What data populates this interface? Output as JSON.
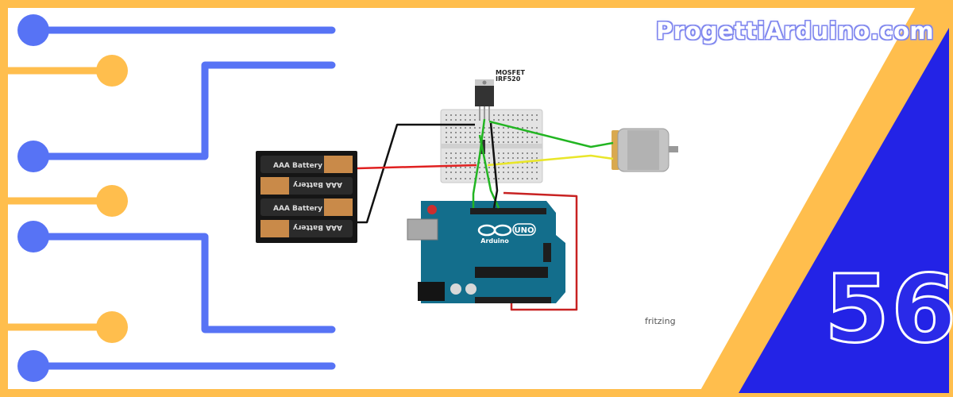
{
  "brand": {
    "site": "ProgettiArduino.com"
  },
  "episode": {
    "number": "56"
  },
  "diagram": {
    "credit": "fritzing",
    "mosfet_label": "MOSFET",
    "mosfet_model": "IRF520",
    "battery_label": "AAA Battery",
    "board_label": "UNO",
    "board_brand": "Arduino"
  },
  "colors": {
    "frame_yellow": "#ffbe4d",
    "accent_blue": "#5773f5",
    "corner_blue": "#2323e6",
    "board_teal": "#136e8c"
  }
}
